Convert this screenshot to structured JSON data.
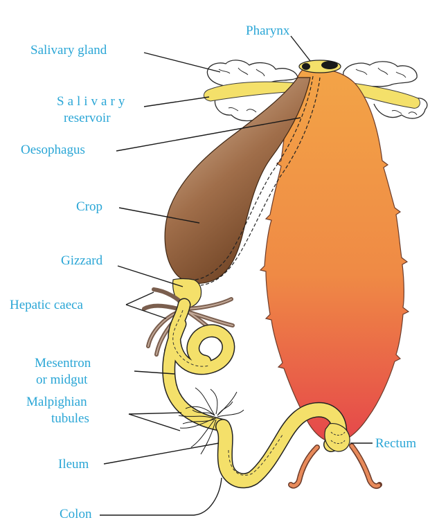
{
  "labels": {
    "pharynx": "Pharynx",
    "salivary_gland": "Salivary gland",
    "salivary_reservoir_1": "Salivary",
    "salivary_reservoir_2": "reservoir",
    "oesophagus": "Oesophagus",
    "crop": "Crop",
    "gizzard": "Gizzard",
    "hepatic_caeca": "Hepatic caeca",
    "mesentron_1": "Mesentron",
    "mesentron_2": "or midgut",
    "malpighian_1": "Malpighian",
    "malpighian_2": "tubules",
    "ileum": "Ileum",
    "colon": "Colon",
    "rectum": "Rectum"
  },
  "colors": {
    "label": "#2aa6d6",
    "body_top": "#f2a247",
    "body_bottom": "#e84a4a",
    "crop_light": "#c9a78b",
    "crop_dark": "#6b3f1d",
    "gut_yellow": "#f4e06a",
    "caeca": "#8a6d5a"
  }
}
